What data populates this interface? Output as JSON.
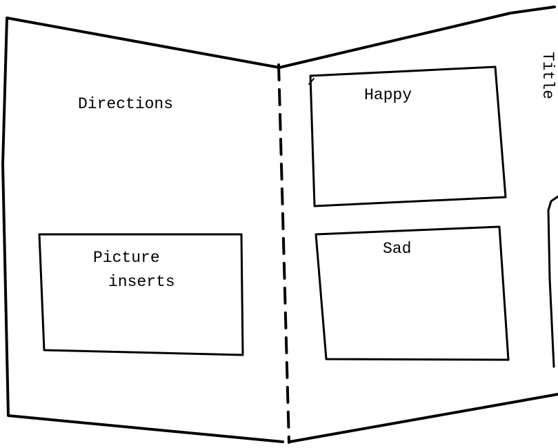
{
  "left_panel": {
    "directions_label": "Directions",
    "pocket_label_line1": "Picture",
    "pocket_label_line2": "inserts"
  },
  "right_panel": {
    "happy_label": "Happy",
    "sad_label": "Sad",
    "title_label": "Title"
  },
  "colors": {
    "ink": "#000000",
    "paper": "#ffffff"
  }
}
